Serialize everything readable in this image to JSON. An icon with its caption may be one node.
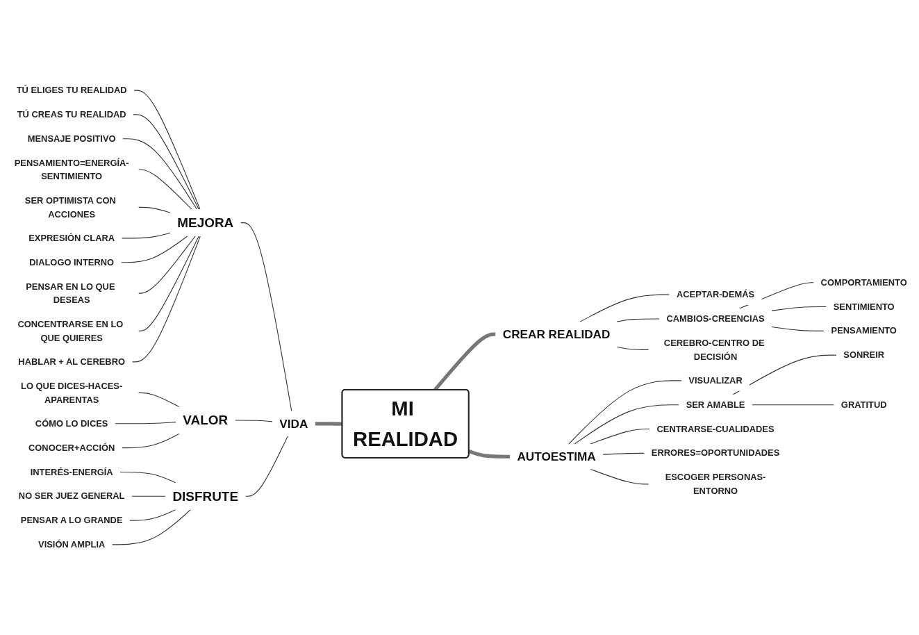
{
  "diagram": {
    "nodes": [
      {
        "text": [
          "MI REALIDAD"
        ]
      },
      {
        "text": [
          "CREAR REALIDAD"
        ]
      },
      {
        "text": [
          "ACEPTAR-DEMÁS"
        ]
      },
      {
        "text": [
          "CAMBIOS-CREENCIAS"
        ]
      },
      {
        "text": [
          "COMPORTAMIENTO"
        ]
      },
      {
        "text": [
          "SENTIMIENTO"
        ]
      },
      {
        "text": [
          "PENSAMIENTO"
        ]
      },
      {
        "text": [
          "CEREBRO-CENTRO DE DECISIÓN"
        ]
      },
      {
        "text": [
          "AUTOESTIMA"
        ]
      },
      {
        "text": [
          "VISUALIZAR"
        ]
      },
      {
        "text": [
          "SER AMABLE"
        ]
      },
      {
        "text": [
          "SONREIR"
        ]
      },
      {
        "text": [
          "GRATITUD"
        ]
      },
      {
        "text": [
          "CENTRARSE-CUALIDADES"
        ]
      },
      {
        "text": [
          "ERRORES=OPORTUNIDADES"
        ]
      },
      {
        "text": [
          "ESCOGER PERSONAS-ENTORNO"
        ]
      },
      {
        "text": [
          "VIDA"
        ]
      },
      {
        "text": [
          "MEJORA"
        ]
      },
      {
        "text": [
          "TÚ ELIGES TU REALIDAD"
        ]
      },
      {
        "text": [
          "TÚ CREAS TU REALIDAD"
        ]
      },
      {
        "text": [
          "MENSAJE POSITIVO"
        ]
      },
      {
        "text": [
          "PENSAMIENTO=ENERGÍA-SENTIMIENTO"
        ]
      },
      {
        "text": [
          "SER OPTIMISTA CON ACCIONES"
        ]
      },
      {
        "text": [
          "EXPRESIÓN CLARA"
        ]
      },
      {
        "text": [
          "DIALOGO INTERNO"
        ]
      },
      {
        "text": [
          "PENSAR EN LO QUE DESEAS"
        ]
      },
      {
        "text": [
          "CONCENTRARSE EN LO QUE QUIERES"
        ]
      },
      {
        "text": [
          "HABLAR + AL CEREBRO"
        ]
      },
      {
        "text": [
          "VALOR"
        ]
      },
      {
        "text": [
          "LO QUE DICES-HACES-APARENTAS"
        ]
      },
      {
        "text": [
          "CÓMO LO DICES"
        ]
      },
      {
        "text": [
          "CONOCER+ACCIÓN"
        ]
      },
      {
        "text": [
          "DISFRUTE"
        ]
      },
      {
        "text": [
          "INTERÉS-ENERGÍA"
        ]
      },
      {
        "text": [
          "NO SER JUEZ GENERAL"
        ]
      },
      {
        "text": [
          "PENSAR A LO GRANDE"
        ]
      },
      {
        "text": [
          "VISIÓN AMPLIA"
        ]
      }
    ],
    "edges": [
      {
        "from": 0,
        "to": 1,
        "arrow": "none",
        "style": "thick",
        "color": "#777777"
      },
      {
        "from": 1,
        "to": 2,
        "arrow": "none"
      },
      {
        "from": 1,
        "to": 3,
        "arrow": "none"
      },
      {
        "from": 3,
        "to": 4,
        "arrow": "none"
      },
      {
        "from": 3,
        "to": 5,
        "arrow": "none"
      },
      {
        "from": 3,
        "to": 6,
        "arrow": "none"
      },
      {
        "from": 1,
        "to": 7,
        "arrow": "none"
      },
      {
        "from": 0,
        "to": 8,
        "arrow": "none",
        "style": "thick",
        "color": "#777777"
      },
      {
        "from": 8,
        "to": 9,
        "arrow": "none"
      },
      {
        "from": 8,
        "to": 10,
        "arrow": "none"
      },
      {
        "from": 10,
        "to": 11,
        "arrow": "none"
      },
      {
        "from": 10,
        "to": 12,
        "arrow": "none"
      },
      {
        "from": 8,
        "to": 13,
        "arrow": "none"
      },
      {
        "from": 8,
        "to": 14,
        "arrow": "none"
      },
      {
        "from": 8,
        "to": 15,
        "arrow": "none"
      },
      {
        "from": 0,
        "to": 16,
        "arrow": "none",
        "style": "thick",
        "color": "#777777"
      },
      {
        "from": 16,
        "to": 17,
        "arrow": "none"
      },
      {
        "from": 17,
        "to": 18,
        "arrow": "none"
      },
      {
        "from": 17,
        "to": 19,
        "arrow": "none"
      },
      {
        "from": 17,
        "to": 20,
        "arrow": "none"
      },
      {
        "from": 17,
        "to": 21,
        "arrow": "none"
      },
      {
        "from": 17,
        "to": 22,
        "arrow": "none"
      },
      {
        "from": 17,
        "to": 23,
        "arrow": "none"
      },
      {
        "from": 17,
        "to": 24,
        "arrow": "none"
      },
      {
        "from": 17,
        "to": 25,
        "arrow": "none"
      },
      {
        "from": 17,
        "to": 26,
        "arrow": "none"
      },
      {
        "from": 17,
        "to": 27,
        "arrow": "none"
      },
      {
        "from": 16,
        "to": 28,
        "arrow": "none"
      },
      {
        "from": 28,
        "to": 29,
        "arrow": "none"
      },
      {
        "from": 28,
        "to": 30,
        "arrow": "none"
      },
      {
        "from": 28,
        "to": 31,
        "arrow": "none"
      },
      {
        "from": 16,
        "to": 32,
        "arrow": "none"
      },
      {
        "from": 32,
        "to": 33,
        "arrow": "none"
      },
      {
        "from": 32,
        "to": 34,
        "arrow": "none"
      },
      {
        "from": 32,
        "to": 35,
        "arrow": "none"
      },
      {
        "from": 32,
        "to": 36,
        "arrow": "none"
      }
    ]
  }
}
